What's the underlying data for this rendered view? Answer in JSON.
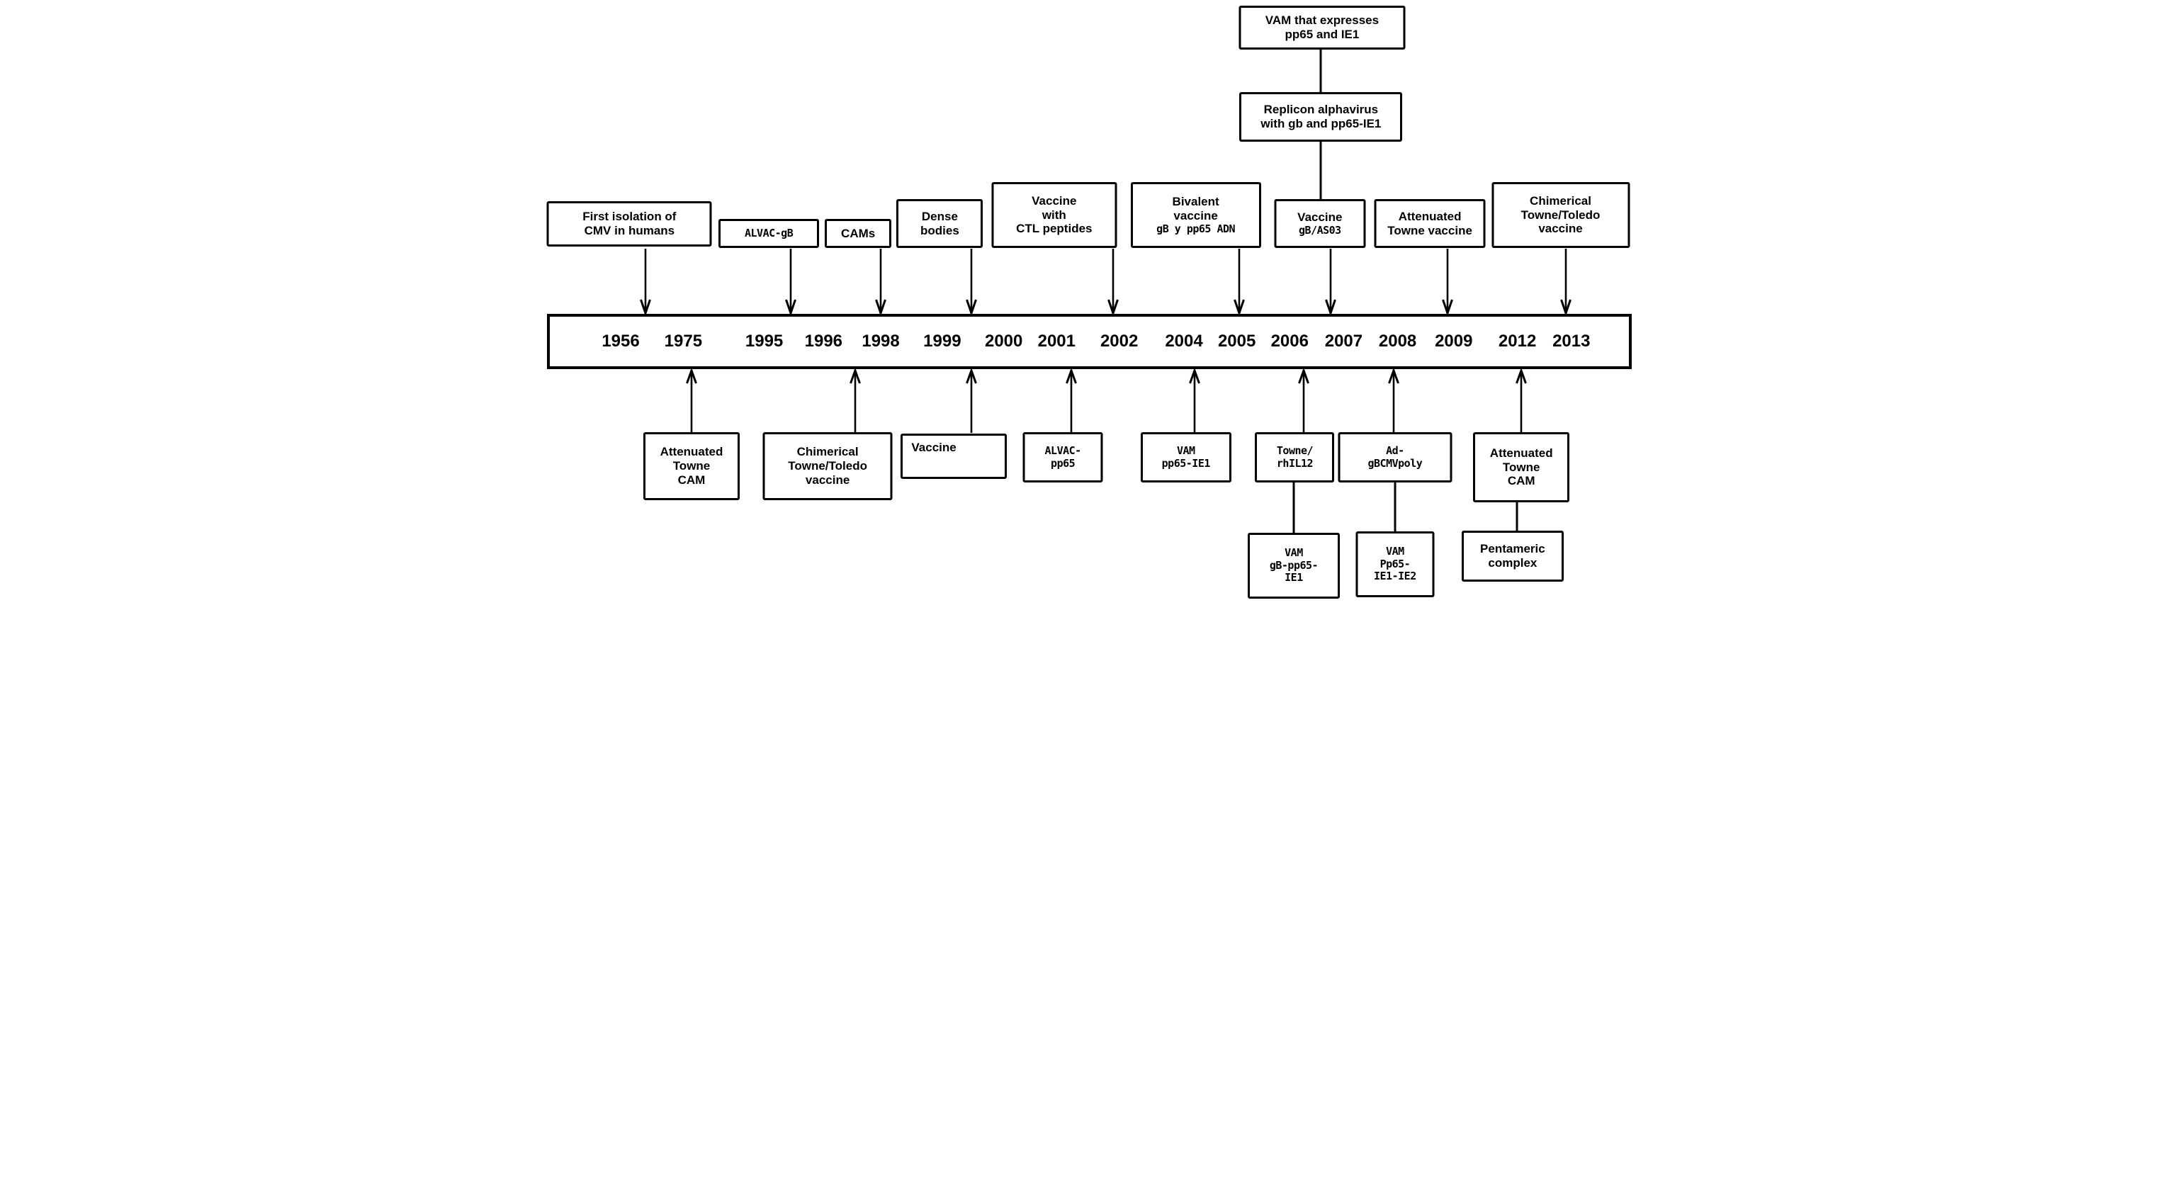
{
  "colors": {
    "ink": "#000000",
    "background": "#ffffff"
  },
  "timeline": {
    "years": [
      "1956",
      "1975",
      "1995",
      "1996",
      "1998",
      "1999",
      "2000",
      "2001",
      "2002",
      "2004",
      "2005",
      "2006",
      "2007",
      "2008",
      "2009",
      "2012",
      "2013"
    ]
  },
  "stack_top": [
    {
      "label": "VAM that expresses\npp65 and IE1"
    },
    {
      "label": "Replicon alphavirus\nwith gb and pp65-IE1"
    }
  ],
  "above": [
    {
      "label": "First isolation of\nCMV in humans"
    },
    {
      "label": "ALVAC-gB"
    },
    {
      "label": "CAMs"
    },
    {
      "label": "Dense\nbodies"
    },
    {
      "label": "Vaccine\nwith\nCTL peptides"
    },
    {
      "label": "Bivalent\nvaccine",
      "label2": "gB y pp65 ADN"
    },
    {
      "label": "Vaccine",
      "label2": "gB/AS03"
    },
    {
      "label": "Attenuated\nTowne vaccine"
    },
    {
      "label": "Chimerical\nTowne/Toledo\nvaccine"
    }
  ],
  "below": [
    {
      "label": "Attenuated\nTowne\nCAM"
    },
    {
      "label": "Chimerical\nTowne/Toledo\nvaccine"
    },
    {
      "label": "Vaccine"
    },
    {
      "label": "ALVAC-\npp65"
    },
    {
      "label": "VAM\npp65-IE1"
    },
    {
      "label": "Towne/\nrhIL12"
    },
    {
      "label": "Ad-\ngBCMVpoly"
    },
    {
      "label": "Attenuated\nTowne\nCAM"
    }
  ],
  "stack_bottom": [
    {
      "label": "VAM\ngB-pp65-\nIE1"
    },
    {
      "label": "VAM\nPp65-\nIE1-IE2"
    },
    {
      "label": "Pentameric\ncomplex"
    }
  ]
}
